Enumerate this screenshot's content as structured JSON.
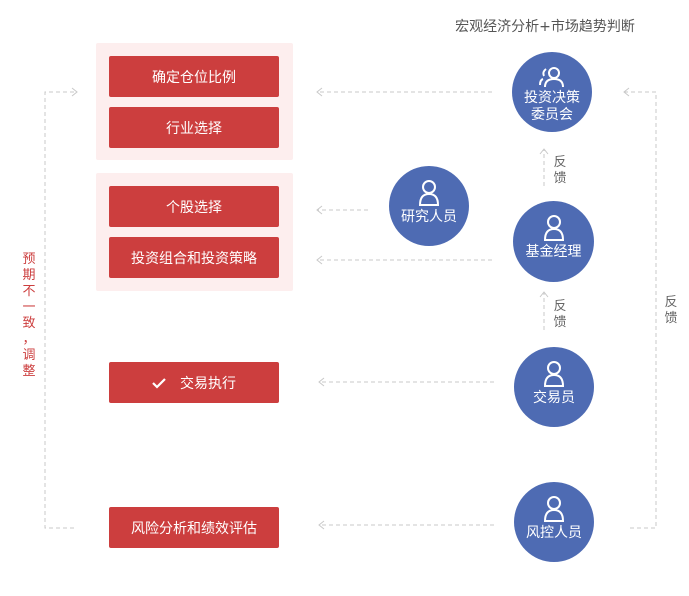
{
  "top_note": "宏观经济分析+市场趋势判断",
  "left_feedback_chars": [
    "预",
    "期",
    "不",
    "一",
    "致",
    "，",
    "调",
    "整"
  ],
  "right_feedback_chars": [
    "反",
    "馈"
  ],
  "feedback_1_chars": [
    "反",
    "馈"
  ],
  "feedback_2_chars": [
    "反",
    "馈"
  ],
  "actions": {
    "position_ratio": "确定仓位比例",
    "industry_selection": "行业选择",
    "stock_selection": "个股选择",
    "portfolio_strategy": "投资组合和投资策略",
    "trade_execution": "交易执行",
    "risk_analysis": "风险分析和绩效评估"
  },
  "roles": {
    "committee": [
      "投资决策",
      "委员会"
    ],
    "researcher": "研究人员",
    "fund_manager": "基金经理",
    "trader": "交易员",
    "risk_officer": "风控人员"
  },
  "colors": {
    "red": "#cc3e3e",
    "blue": "#4e6bb3",
    "panel": "#fdeeee",
    "line": "#cccccc"
  },
  "icons": {
    "committee": "group-user-icon",
    "person": "user-icon",
    "check": "check-icon"
  }
}
